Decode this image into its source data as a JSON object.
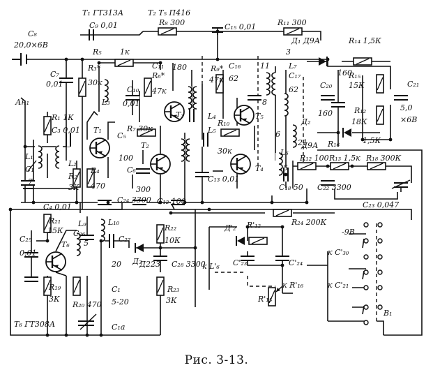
{
  "figure": {
    "caption": "Рис. 3-13."
  },
  "diagram": {
    "labels": [
      {
        "id": "t1-type",
        "text": "T₁ ГТ313А"
      },
      {
        "id": "t2-type",
        "text": "T₂ T₅ П416"
      },
      {
        "id": "c8",
        "text": "C₈"
      },
      {
        "id": "c8-val",
        "text": "20,0×6В"
      },
      {
        "id": "c9",
        "text": "C₉ 0,01"
      },
      {
        "id": "r8",
        "text": "R₈ 300"
      },
      {
        "id": "c15",
        "text": "C₁₅ 0,01"
      },
      {
        "id": "r11",
        "text": "R₁₁ 300"
      },
      {
        "id": "d1",
        "text": "Д₁ Д9А"
      },
      {
        "id": "r14",
        "text": "R₁₄ 1,5К"
      },
      {
        "id": "r5",
        "text": "R₅"
      },
      {
        "id": "r5-val",
        "text": "1к"
      },
      {
        "id": "c7",
        "text": "C₇"
      },
      {
        "id": "c7-val",
        "text": "0,01"
      },
      {
        "id": "r3",
        "text": "R₃*"
      },
      {
        "id": "r3-val",
        "text": "30к"
      },
      {
        "id": "l3",
        "text": "L₃"
      },
      {
        "id": "c10",
        "text": "C₁₀"
      },
      {
        "id": "c10-val",
        "text": "0,01"
      },
      {
        "id": "r6",
        "text": "R₆*"
      },
      {
        "id": "r6-val",
        "text": "47к"
      },
      {
        "id": "c11",
        "text": "C₁₁"
      },
      {
        "id": "c11-val",
        "text": "180"
      },
      {
        "id": "r9",
        "text": "R₉*"
      },
      {
        "id": "r9-val",
        "text": "47к"
      },
      {
        "id": "c16",
        "text": "C₁₆"
      },
      {
        "id": "c16-val",
        "text": "62"
      },
      {
        "id": "n3",
        "text": "3"
      },
      {
        "id": "n11",
        "text": "11"
      },
      {
        "id": "n8",
        "text": "8"
      },
      {
        "id": "c17",
        "text": "C₁₇"
      },
      {
        "id": "c17-val",
        "text": "62"
      },
      {
        "id": "l7",
        "text": "L₇"
      },
      {
        "id": "c20",
        "text": "C₂₀"
      },
      {
        "id": "c20-val",
        "text": "160"
      },
      {
        "id": "c19-val",
        "text": "160"
      },
      {
        "id": "r15",
        "text": "R₁₅"
      },
      {
        "id": "r15-val",
        "text": "15К"
      },
      {
        "id": "r12",
        "text": "R₁₂"
      },
      {
        "id": "r12-val",
        "text": "18К"
      },
      {
        "id": "c21",
        "text": "C₂₁"
      },
      {
        "id": "c21-val",
        "text": "5,0"
      },
      {
        "id": "c21-volt",
        "text": "×6В"
      },
      {
        "id": "an1",
        "text": "Ан₁"
      },
      {
        "id": "r1",
        "text": "R₁ 1К"
      },
      {
        "id": "c3",
        "text": "C₃ 0,01"
      },
      {
        "id": "t1",
        "text": "T₁"
      },
      {
        "id": "r7",
        "text": "R₇ 30к"
      },
      {
        "id": "t2",
        "text": "T₂"
      },
      {
        "id": "c5",
        "text": "C₅"
      },
      {
        "id": "c5-val",
        "text": "100"
      },
      {
        "id": "c6",
        "text": "C₆"
      },
      {
        "id": "t3",
        "text": "T₃"
      },
      {
        "id": "l4",
        "text": "L₄"
      },
      {
        "id": "l5",
        "text": "L₅"
      },
      {
        "id": "r10",
        "text": "R₁₀"
      },
      {
        "id": "r10-val",
        "text": "30к"
      },
      {
        "id": "c13",
        "text": "C₁₃ 0,01"
      },
      {
        "id": "t5",
        "text": "T₅"
      },
      {
        "id": "t4",
        "text": "T₄"
      },
      {
        "id": "d2",
        "text": "Д₂"
      },
      {
        "id": "d9a",
        "text": "Д9А"
      },
      {
        "id": "r16",
        "text": "R₁₆"
      },
      {
        "id": "r16-val",
        "text": "1,5К"
      },
      {
        "id": "n6",
        "text": "6"
      },
      {
        "id": "n21",
        "text": "21"
      },
      {
        "id": "l6",
        "text": "L₆"
      },
      {
        "id": "n5",
        "text": "5"
      },
      {
        "id": "r12b",
        "text": "R₁₂ 100"
      },
      {
        "id": "r13",
        "text": "R₁₃ 1,5к"
      },
      {
        "id": "r18",
        "text": "R₁₈ 300К"
      },
      {
        "id": "l1",
        "text": "L₁"
      },
      {
        "id": "c1a",
        "text": "C₁"
      },
      {
        "id": "n7",
        "text": "7"
      },
      {
        "id": "l2",
        "text": "L₂"
      },
      {
        "id": "r2",
        "text": "R₂"
      },
      {
        "id": "r2-val",
        "text": "3К"
      },
      {
        "id": "r4",
        "text": "R₄"
      },
      {
        "id": "r4-val",
        "text": "470"
      },
      {
        "id": "c6-val",
        "text": "300"
      },
      {
        "id": "c18",
        "text": "C₁₈ 50"
      },
      {
        "id": "c22",
        "text": "C₂₂ 3300"
      },
      {
        "id": "c4",
        "text": "C₄ 0,01"
      },
      {
        "id": "c24",
        "text": "C₂₄ 3300"
      },
      {
        "id": "c12",
        "text": "C₁₂ 100"
      },
      {
        "id": "c23",
        "text": "C₂₃ 0,047"
      },
      {
        "id": "r24",
        "text": "R₂₄ 200К"
      },
      {
        "id": "c25",
        "text": "C₂₅"
      },
      {
        "id": "c25-val",
        "text": "0,01"
      },
      {
        "id": "r21",
        "text": "R₂₁"
      },
      {
        "id": "r21-val",
        "text": "15К"
      },
      {
        "id": "t6",
        "text": "T₆"
      },
      {
        "id": "l9",
        "text": "L₉"
      },
      {
        "id": "c26",
        "text": "C₂₆"
      },
      {
        "id": "c26-val",
        "text": "5"
      },
      {
        "id": "l10",
        "text": "L₁₀"
      },
      {
        "id": "c27",
        "text": "C₂₇"
      },
      {
        "id": "c27-val",
        "text": "20"
      },
      {
        "id": "d3",
        "text": "Д₃"
      },
      {
        "id": "d223",
        "text": "Д223"
      },
      {
        "id": "r22",
        "text": "R₂₂"
      },
      {
        "id": "r22-val",
        "text": "10К"
      },
      {
        "id": "c28",
        "text": "C₂₈ 3300"
      },
      {
        "id": "d2p",
        "text": "Д'₂"
      },
      {
        "id": "r12p",
        "text": "R'₁₂"
      },
      {
        "id": "kl6",
        "text": "к L'₆"
      },
      {
        "id": "c23p",
        "text": "C'₂₃"
      },
      {
        "id": "c24p",
        "text": "C'₂₄"
      },
      {
        "id": "kr16",
        "text": "к R'₁₆"
      },
      {
        "id": "r15p",
        "text": "R'₁₅"
      },
      {
        "id": "minus9",
        "text": "-9В"
      },
      {
        "id": "kc30",
        "text": "к C'₃₀"
      },
      {
        "id": "kc21",
        "text": "к C'₂₁"
      },
      {
        "id": "b1",
        "text": "В₁"
      },
      {
        "id": "r19",
        "text": "R₁₉"
      },
      {
        "id": "r19-val",
        "text": "3К"
      },
      {
        "id": "r20",
        "text": "R₂₀ 470"
      },
      {
        "id": "c1",
        "text": "C₁"
      },
      {
        "id": "c1-val",
        "text": "5-20"
      },
      {
        "id": "c1a2",
        "text": "C₁а"
      },
      {
        "id": "r23",
        "text": "R₂₃"
      },
      {
        "id": "r23-val",
        "text": "3К"
      },
      {
        "id": "t6-type",
        "text": "T₆ ГТ308А"
      }
    ]
  }
}
